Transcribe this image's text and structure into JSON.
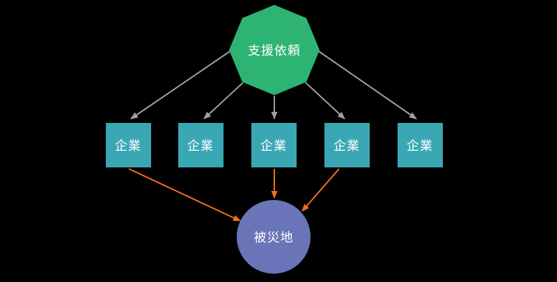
{
  "diagram": {
    "background": "#000000",
    "colors": {
      "node_green": "#2db473",
      "node_teal": "#3aa8b4",
      "node_blue": "#6975b8",
      "arrow_gray": "#a0a0a0",
      "arrow_orange": "#f3701e",
      "label": "#ffffff"
    },
    "nodes": {
      "request": {
        "label": "支援依頼",
        "shape": "octagon"
      },
      "companies": [
        {
          "label": "企業"
        },
        {
          "label": "企業"
        },
        {
          "label": "企業"
        },
        {
          "label": "企業"
        },
        {
          "label": "企業"
        }
      ],
      "destination": {
        "label": "被災地",
        "shape": "circle"
      }
    }
  }
}
